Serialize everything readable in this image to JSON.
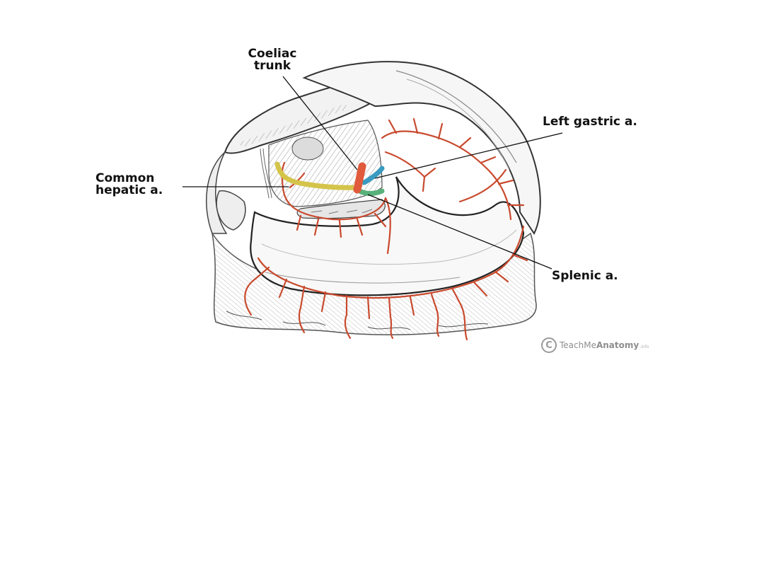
{
  "labels": {
    "coeliac_line1": "Coeliac",
    "coeliac_line2": "trunk",
    "hepatic_line1": "Common",
    "hepatic_line2": "hepatic a.",
    "left_gastric": "Left gastric a.",
    "splenic": "Splenic a."
  },
  "watermark": {
    "symbol": "C",
    "brand_light": "TeachMe",
    "brand_bold": "Anatomy",
    "suffix": ".info"
  },
  "colors": {
    "artery": "#c94a2e",
    "coeliac_trunk": "#e05a3c",
    "common_hepatic": "#d4c44a",
    "left_gastric": "#3a9ac0",
    "splenic": "#58b07a",
    "outline": "#444444",
    "shading": "#8a8a8a",
    "leader_line": "#111111"
  }
}
